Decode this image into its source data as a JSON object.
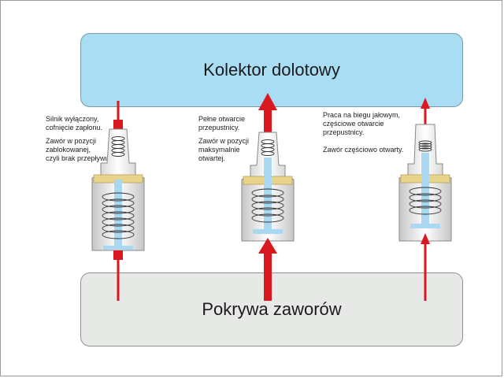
{
  "manifold": {
    "label": "Kolektor dolotowy"
  },
  "cover": {
    "label": "Pokrywa zaworów"
  },
  "valves": [
    {
      "state": "closed",
      "text1": "Silnik wyłączony,\ncofnięcie zapłonu.",
      "text2": "Zawór w pozycji\nzablokowanej,\nczyli brak przepływu."
    },
    {
      "state": "open",
      "text1": "Pełne otwarcie\nprzepustnicy.",
      "text2": "Zawór w pozycji\nmaksymalnie\notwartej."
    },
    {
      "state": "partial",
      "text1": "Praca na biegu jałowym,\nczęściowe otwarcie\nprzepustnicy.",
      "text2": "Zawór częściowo otwarty."
    }
  ],
  "colors": {
    "manifold": "#a9ddf3",
    "cover": "#e7e9e7",
    "flow": "#d9191f",
    "fluid": "#a9d8f0",
    "brass": "#e8d48a"
  }
}
